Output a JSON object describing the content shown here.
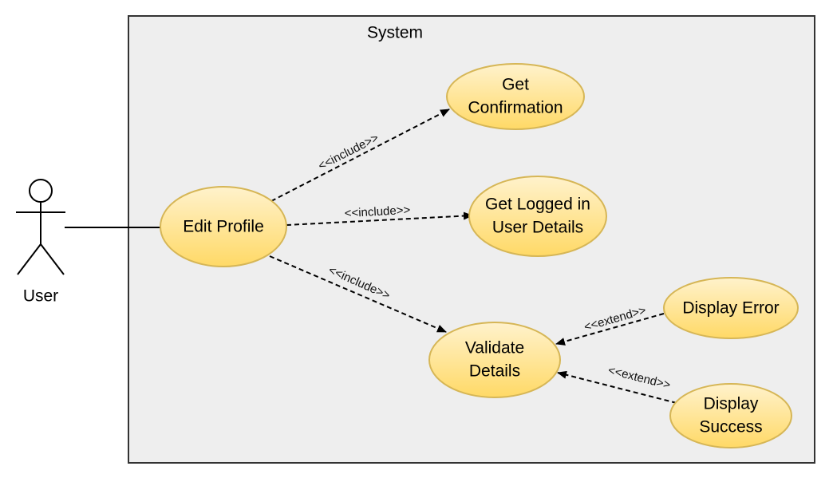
{
  "system": {
    "title": "System"
  },
  "actor": {
    "label": "User"
  },
  "use_cases": {
    "edit_profile": [
      "Edit Profile"
    ],
    "get_confirmation": [
      "Get",
      "Confirmation"
    ],
    "get_logged_in": [
      "Get Logged in",
      "User Details"
    ],
    "validate_details": [
      "Validate",
      "Details"
    ],
    "display_error": [
      "Display Error"
    ],
    "display_success": [
      "Display",
      "Success"
    ]
  },
  "relations": {
    "include_1": "<<include>>",
    "include_2": "<<include>>",
    "include_3": "<<include>>",
    "extend_1": "<<extend>>",
    "extend_2": "<<extend>>"
  },
  "colors": {
    "use_case_fill_top": "#fff2cc",
    "use_case_fill_bottom": "#ffd966",
    "use_case_stroke": "#d6b656",
    "system_fill": "#eeeeee",
    "system_stroke": "#333333"
  }
}
